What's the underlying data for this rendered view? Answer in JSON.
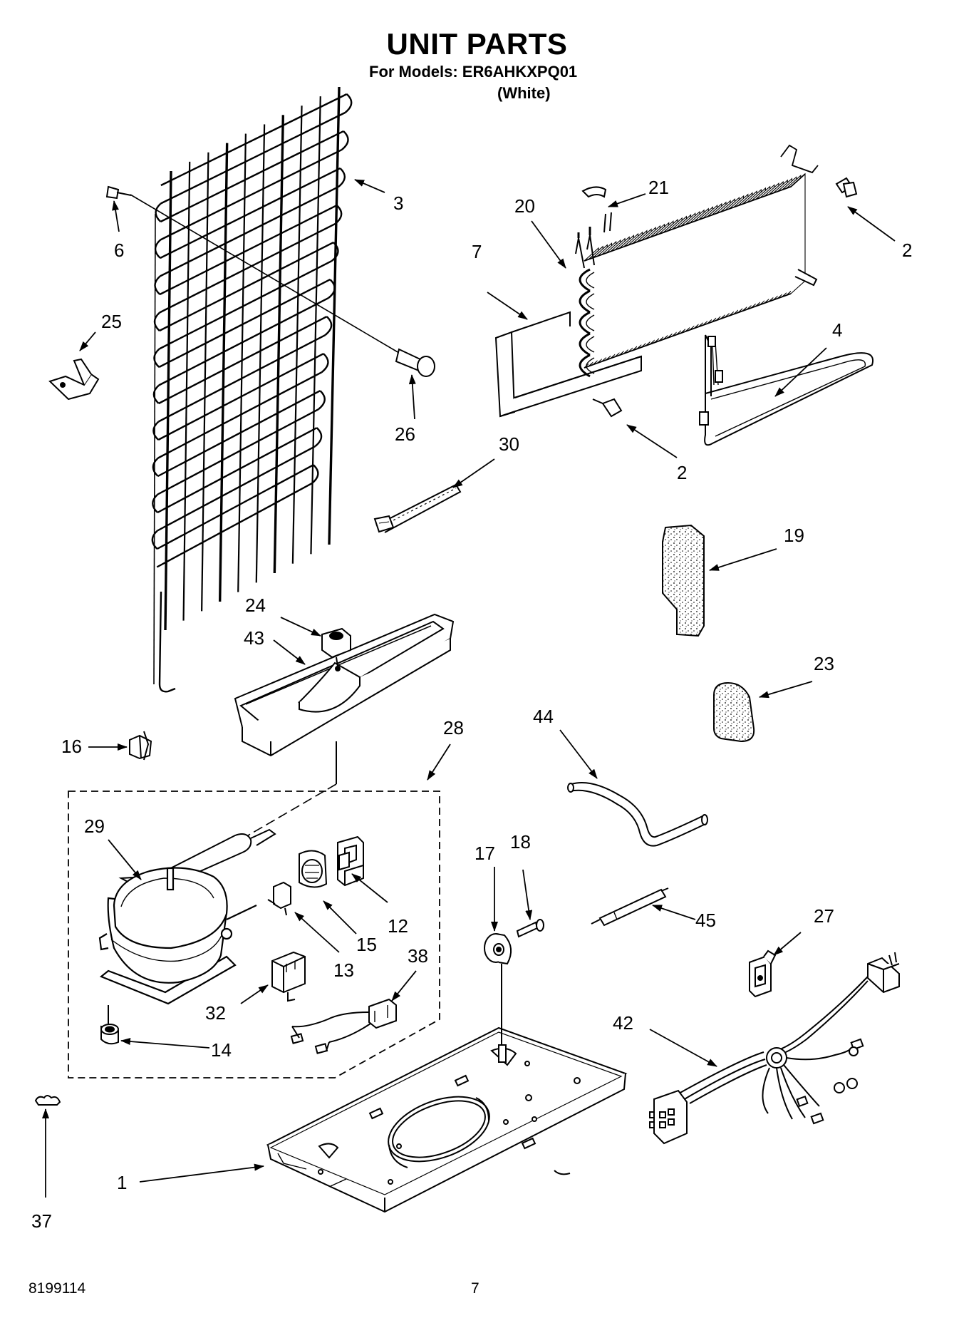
{
  "header": {
    "title": "UNIT PARTS",
    "models_line": "For Models: ER6AHKXPQ01",
    "color_line": "(White)"
  },
  "callouts": [
    "1",
    "2",
    "2",
    "3",
    "4",
    "6",
    "7",
    "12",
    "13",
    "14",
    "15",
    "16",
    "17",
    "18",
    "19",
    "20",
    "21",
    "23",
    "24",
    "25",
    "26",
    "27",
    "28",
    "29",
    "30",
    "32",
    "37",
    "38",
    "42",
    "43",
    "44",
    "45"
  ],
  "footer": {
    "doc_number": "8199114",
    "page_number": "7"
  }
}
